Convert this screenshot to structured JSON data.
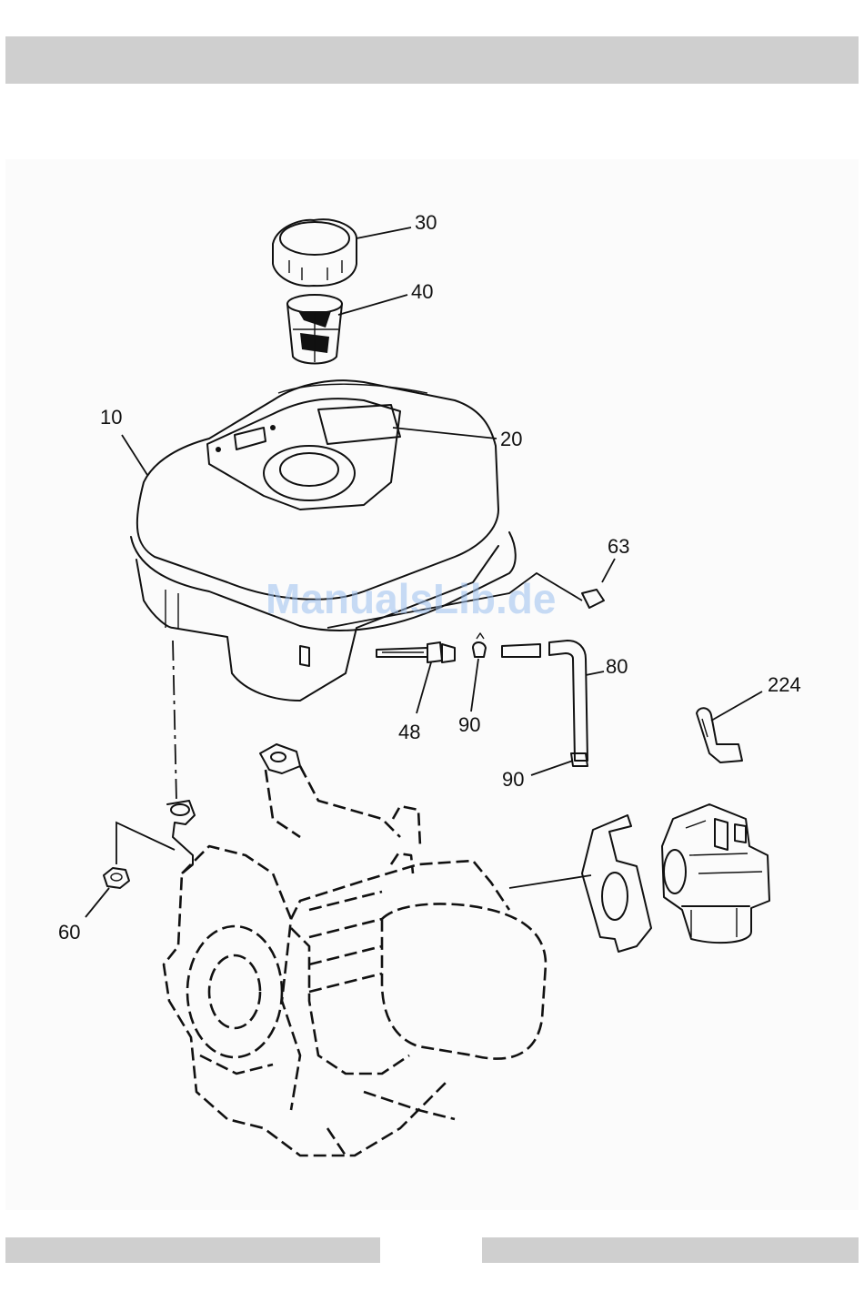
{
  "watermark": "ManualsLib.de",
  "callouts": {
    "c10": "10",
    "c20": "20",
    "c30": "30",
    "c40": "40",
    "c48": "48",
    "c60": "60",
    "c63": "63",
    "c80": "80",
    "c90a": "90",
    "c90b": "90",
    "c224": "224"
  }
}
